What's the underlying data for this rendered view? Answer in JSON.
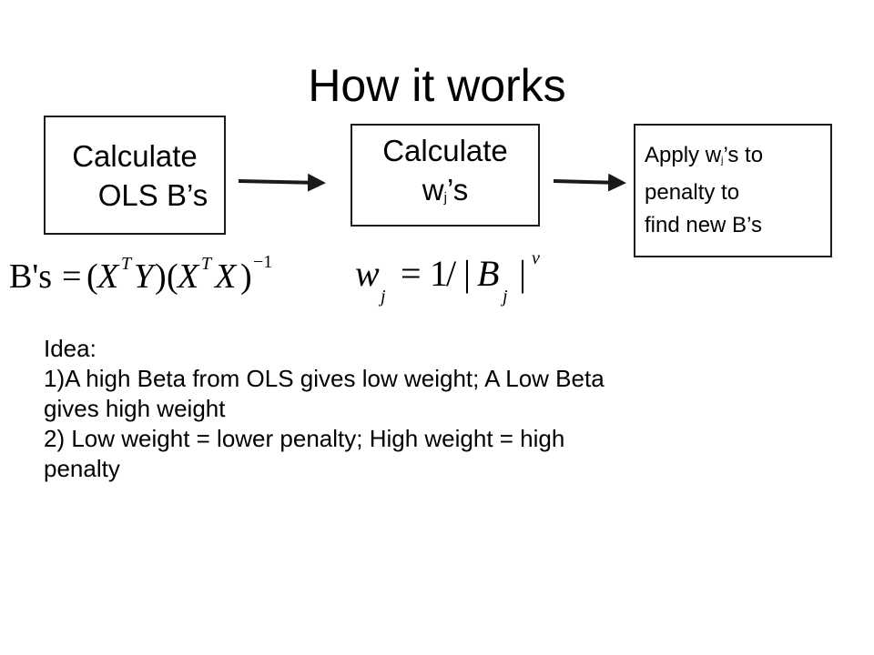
{
  "slide": {
    "title": "How it works"
  },
  "flow": {
    "step1": {
      "line1": "Calculate",
      "line2": "OLS B’s"
    },
    "step2": {
      "line1": "Calculate",
      "line2_base": "w",
      "line2_sub": "j",
      "line2_suffix": "’s"
    },
    "step3": {
      "line1_prefix": "Apply w",
      "line1_sub": "j",
      "line1_suffix": "’s to",
      "line2": "penalty to",
      "line3": "find new B’s"
    }
  },
  "formulas": {
    "ols": {
      "lhs": "B's",
      "eq": "=",
      "open1": "(",
      "x1": "X",
      "sup1": "T",
      "y": "Y",
      "close1": ")",
      "open2": "(",
      "x2": "X",
      "sup2": "T",
      "x3": "X",
      "close2": ")",
      "exp": "−1"
    },
    "weight": {
      "w": "w",
      "sub_j": "j",
      "eq": "=",
      "one": "1",
      "slash": "/",
      "bar1": "|",
      "b": "B",
      "sub_j2": "j",
      "bar2": "|",
      "exp": "v"
    }
  },
  "idea": {
    "heading": "Idea:",
    "line1": "1)A high Beta from OLS gives low weight; A Low Beta",
    "line2": "gives high weight",
    "line3": "2) Low weight = lower penalty; High weight = high",
    "line4": "penalty"
  },
  "colors": {
    "text": "#000000",
    "box_border": "#1a1a1a",
    "arrow": "#1a1a1a",
    "background": "#ffffff"
  }
}
